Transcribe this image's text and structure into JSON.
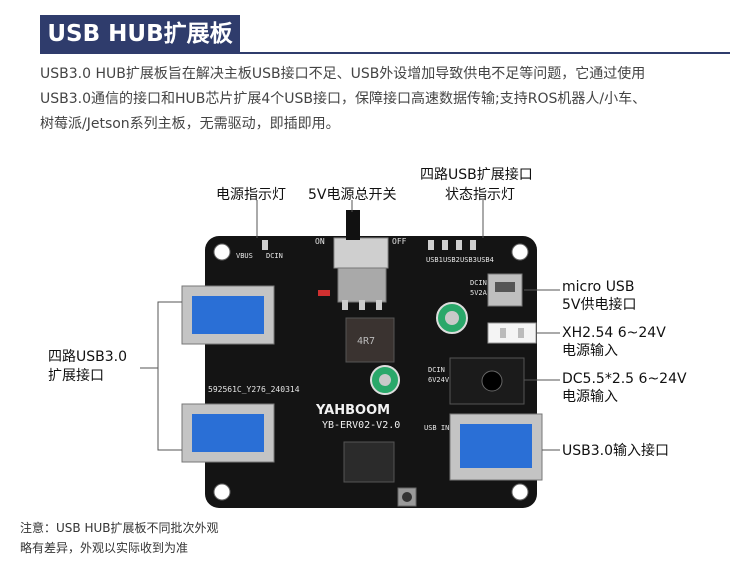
{
  "header": {
    "title": "USB HUB扩展板"
  },
  "description": {
    "line1": "USB3.0 HUB扩展板旨在解决主板USB接口不足、USB外设增加导致供电不足等问题，它通过使用",
    "line2": "USB3.0通信的接口和HUB芯片扩展4个USB接口，保障接口高速数据传输;支持ROS机器人/小车、",
    "line3": "树莓派/Jetson系列主板，无需驱动，即插即用。"
  },
  "callouts": {
    "power_led": "电源指示灯",
    "switch": "5V电源总开关",
    "status_led_line1": "四路USB扩展接口",
    "status_led_line2": "状态指示灯",
    "micro_usb_line1": "micro USB",
    "micro_usb_line2": "5V供电接口",
    "xh254_line1": "XH2.54 6~24V",
    "xh254_line2": "电源输入",
    "dc55_line1": "DC5.5*2.5 6~24V",
    "dc55_line2": "电源输入",
    "usb3_input": "USB3.0输入接口",
    "four_usb_line1": "四路USB3.0",
    "four_usb_line2": "扩展接口"
  },
  "board": {
    "brand": "YAHBOOM",
    "model": "YB-ERV02-V2.0",
    "silk_on": "ON",
    "silk_off": "OFF",
    "silk_dcin": "DCIN",
    "silk_5v2a": "5V2A",
    "silk_6v24v": "6V24V",
    "silk_vbus": "VBUS",
    "silk_usb_in": "USB IN",
    "silk_serial": "592561C_Y276_240314",
    "silk_inductor": "4R7",
    "silk_usb_leds": [
      "USB1",
      "USB2",
      "USB3",
      "USB4"
    ]
  },
  "note": {
    "line1": "注意：USB HUB扩展板不同批次外观",
    "line2": "略有差异，外观以实际收到为准"
  },
  "colors": {
    "title_bg": "#2f3c6c",
    "pcb": "#141414",
    "usb_blue": "#2a6fd6"
  }
}
